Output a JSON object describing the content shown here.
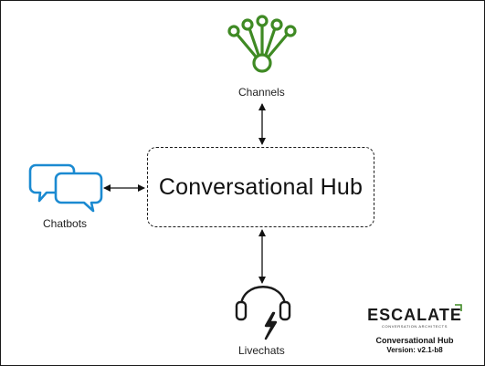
{
  "hub": {
    "title": "Conversational Hub"
  },
  "nodes": {
    "channels": {
      "label": "Channels",
      "icon": "network-hub-icon",
      "color": "#3f8a24"
    },
    "chatbots": {
      "label": "Chatbots",
      "icon": "chat-bubbles-icon",
      "color": "#1b8ad1"
    },
    "livechats": {
      "label": "Livechats",
      "icon": "headset-icon",
      "color": "#1a1a1a"
    }
  },
  "edges": [
    {
      "from": "channels",
      "to": "hub",
      "direction": "both"
    },
    {
      "from": "chatbots",
      "to": "hub",
      "direction": "both"
    },
    {
      "from": "livechats",
      "to": "hub",
      "direction": "both"
    }
  ],
  "branding": {
    "logo_text": "ESCALATE",
    "tagline": "CONVERSATION ARCHITECTS",
    "accent_color": "#3f8a24",
    "product_name": "Conversational Hub",
    "version": "Version: v2.1-b8"
  }
}
